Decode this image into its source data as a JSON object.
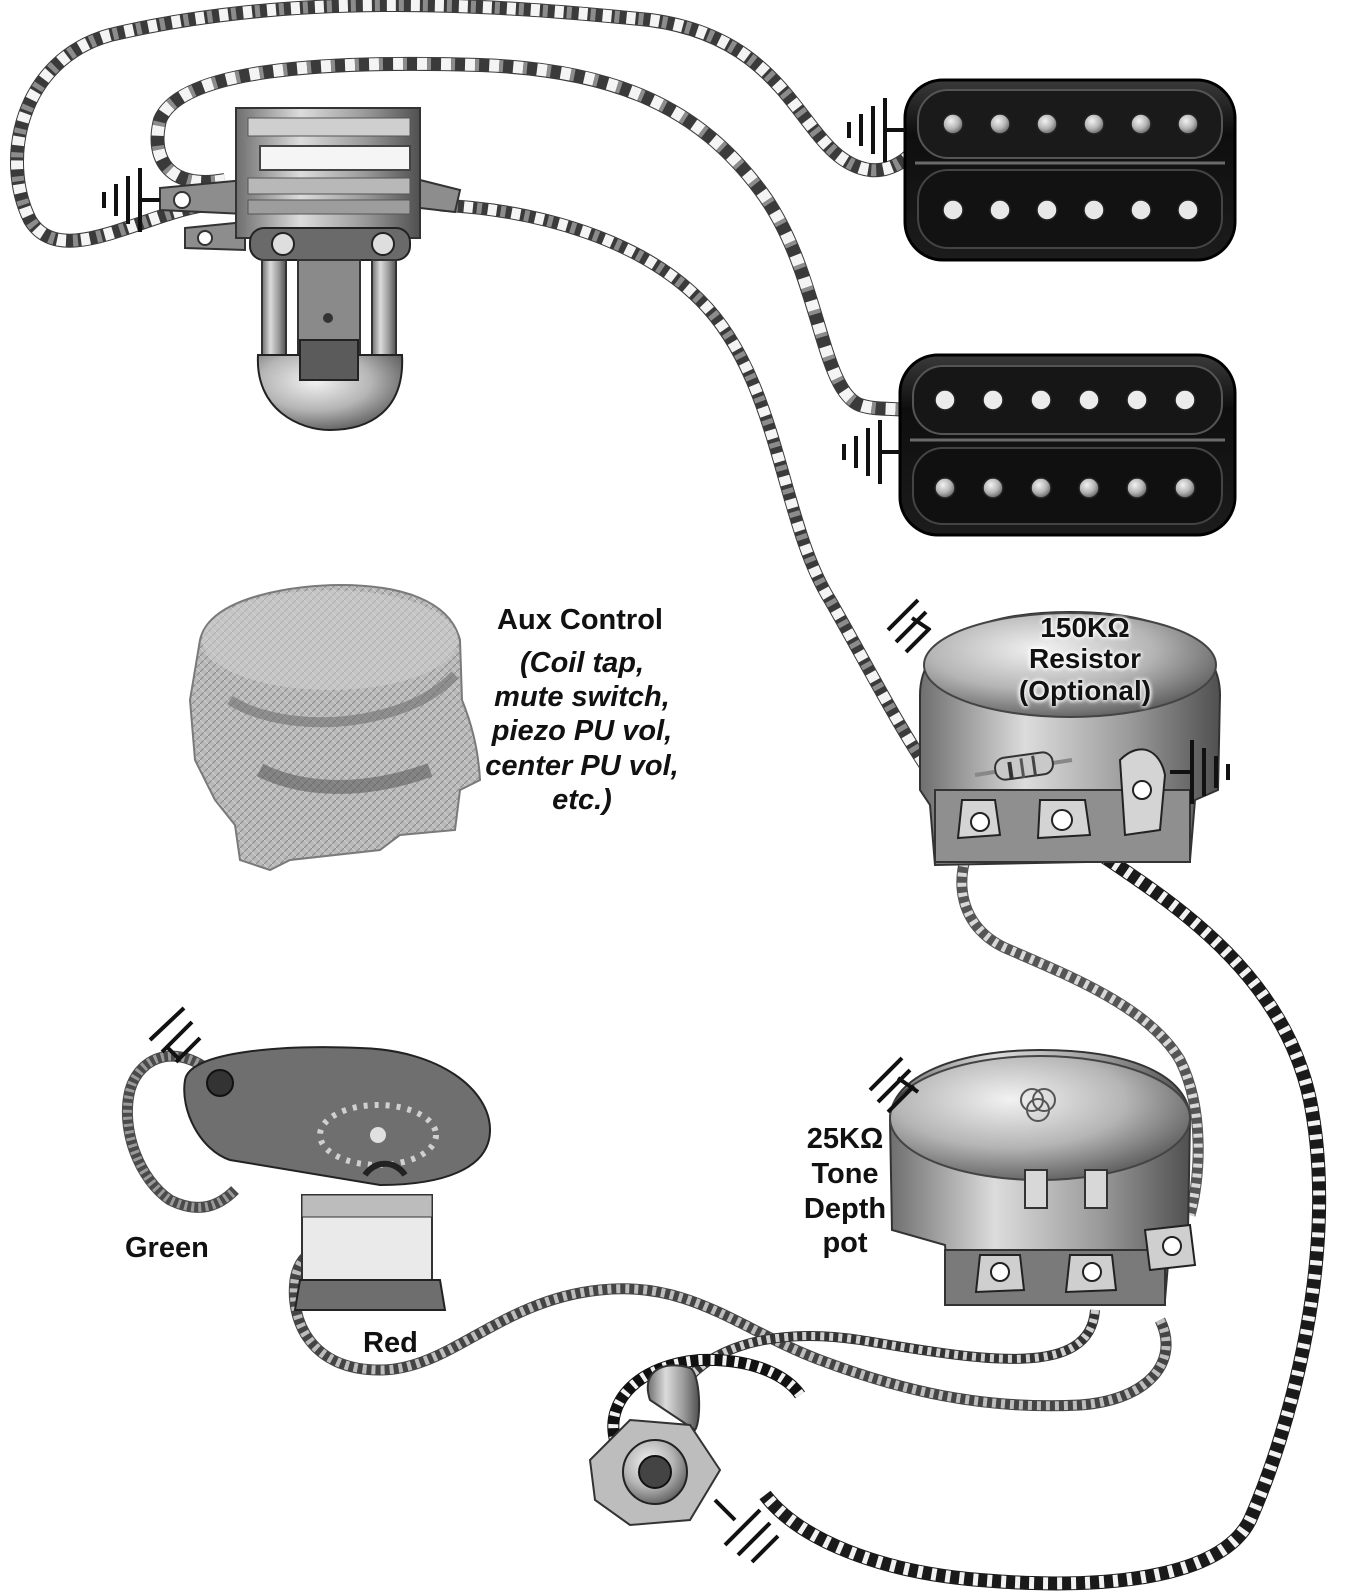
{
  "labels": {
    "aux_title": "Aux Control",
    "aux_desc": [
      "(Coil tap,",
      "mute switch,",
      "piezo PU vol,",
      "center PU vol,",
      "etc.)"
    ],
    "resistor": [
      "150KΩ",
      "Resistor",
      "(Optional)"
    ],
    "tone_pot": [
      "25KΩ",
      "Tone",
      "Depth",
      "pot"
    ],
    "wire_green": "Green",
    "wire_red": "Red"
  },
  "colors": {
    "background": "#ffffff",
    "ink": "#111111",
    "pickup_body": "#141414",
    "metal": "#a8a8a8"
  }
}
